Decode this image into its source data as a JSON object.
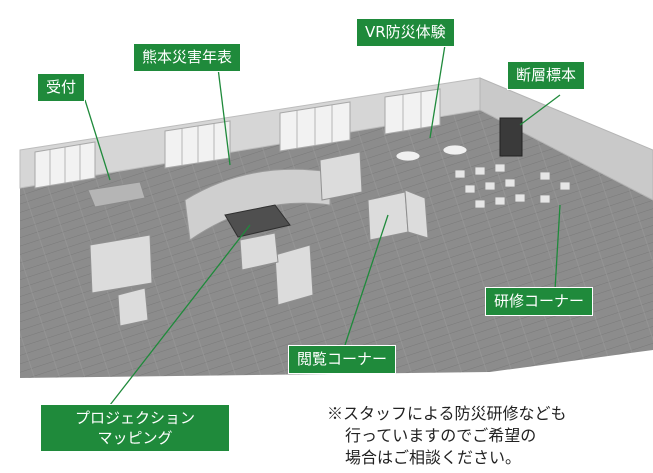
{
  "labels": {
    "reception": "受付",
    "kumamoto_disaster_timeline": "熊本災害年表",
    "vr_disaster_experience": "VR防災体験",
    "fault_specimen": "断層標本",
    "training_corner": "研修コーナー",
    "reading_corner": "閲覧コーナー",
    "projection_mapping_line1": "プロジェクション",
    "projection_mapping_line2": "マッピング"
  },
  "note": {
    "line1": "※スタッフによる防災研修なども",
    "line2": "行っていますのでご希望の",
    "line3": "場合はご相談ください。"
  },
  "colors": {
    "label_bg": "#1f8a3b",
    "leader_line": "#1f8a3b",
    "floor": "#8f8f8f",
    "wall": "#d9d9d9"
  }
}
